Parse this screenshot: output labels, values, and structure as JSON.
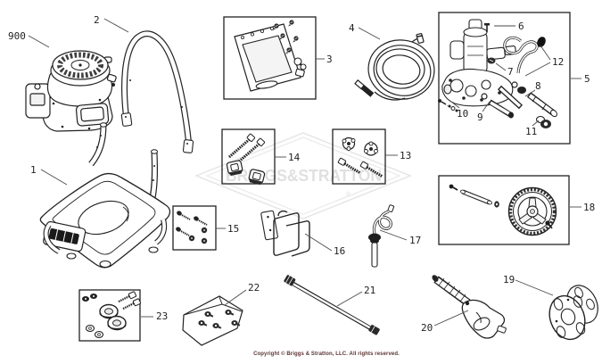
{
  "watermark": {
    "text": "BRIGGS&STRATTON",
    "registered": "®"
  },
  "footer": {
    "copyright": "Copyright © Briggs & Stratton, LLC. All rights reserved."
  },
  "callouts": {
    "c900": "900",
    "c1": "1",
    "c2": "2",
    "c3": "3",
    "c4": "4",
    "c5": "5",
    "c6": "6",
    "c7": "7",
    "c8": "8",
    "c9": "9",
    "c10": "10",
    "c11": "11",
    "c12": "12",
    "c13": "13",
    "c14": "14",
    "c15": "15",
    "c16": "16",
    "c17": "17",
    "c18": "18",
    "c19": "19",
    "c20": "20",
    "c21": "21",
    "c22": "22",
    "c23": "23"
  }
}
